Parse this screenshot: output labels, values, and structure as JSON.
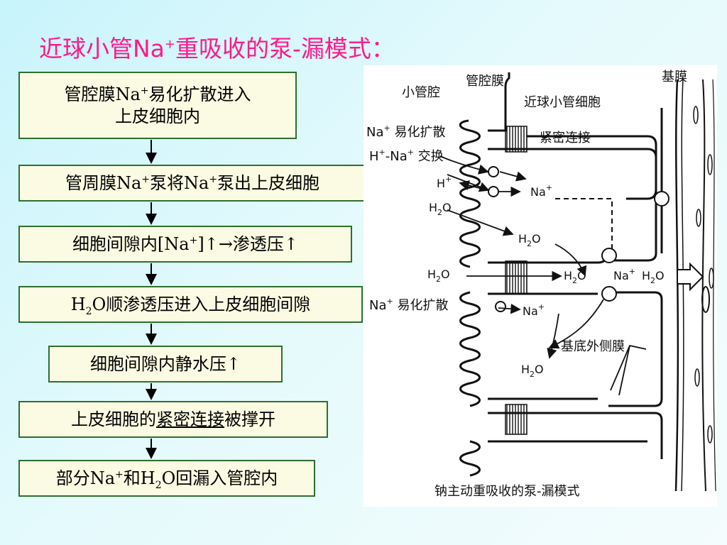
{
  "title": {
    "pre": "近球小管Na",
    "sup": "+",
    "post": "重吸收的泵-漏模式："
  },
  "steps": [
    {
      "l1a": "管腔膜Na",
      "l1sup": "+",
      "l1b": "易化扩散进入",
      "l2": "上皮细胞内"
    },
    {
      "a": "管周膜Na",
      "sup1": "+",
      "b": "泵将Na",
      "sup2": "+",
      "c": "泵出上皮细胞"
    },
    {
      "a": "细胞间隙内[Na",
      "sup": "+",
      "b": "]↑→渗透压↑"
    },
    {
      "a": "H",
      "sub": "2",
      "b": "O顺渗透压进入上皮细胞间隙"
    },
    {
      "text": "细胞间隙内静水压↑"
    },
    {
      "pre": "上皮细胞的",
      "underlined": "紧密连接",
      "post": "被撑开"
    },
    {
      "a": "部分Na",
      "sup": "+",
      "b": "和H",
      "sub": "2",
      "c": "O回漏入管腔内"
    }
  ],
  "figure": {
    "lumen": "小管腔",
    "luminal_membrane": "管腔膜",
    "basement_membrane": "基膜",
    "cell": "近球小管细胞",
    "tight_junction": "紧密连接",
    "basolateral_membrane": "基底外侧膜",
    "na_facilitated": "易化扩散",
    "exchange": "交换",
    "na": "Na",
    "plus": "+",
    "h": "H",
    "o": "O",
    "two": "2",
    "h_na_dash": "-Na",
    "caption": "钠主动重吸收的泵-漏模式"
  }
}
